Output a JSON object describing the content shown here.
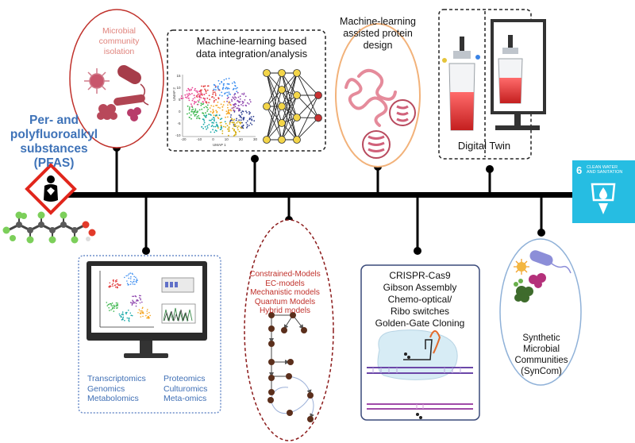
{
  "pfas": {
    "title_lines": [
      "Per- and",
      "polyfluoroalkyl",
      "substances",
      "(PFAS)"
    ]
  },
  "microbial_isolation": {
    "lines": [
      "Microbial",
      "community",
      "isolation"
    ]
  },
  "ml_integration": {
    "title_lines": [
      "Machine-learning based",
      "data integration/analysis"
    ],
    "umap_xlabel": "UMAP 1",
    "umap_ylabel": "UMAP 2",
    "umap_x_ticks": [
      "-20",
      "-10",
      "0",
      "10",
      "20",
      "30"
    ],
    "umap_y_ticks": [
      "15",
      "10",
      "5",
      "0",
      "-5",
      "-10"
    ]
  },
  "protein_design": {
    "title_lines": [
      "Machine-learning",
      "assisted protein",
      "design"
    ]
  },
  "digital_twin": {
    "label": "Digital Twin"
  },
  "omics": {
    "left_col": [
      "Transcriptomics",
      "Genomics",
      "Metabolomics"
    ],
    "right_col": [
      "Proteomics",
      "Culturomics",
      "Meta-omics"
    ]
  },
  "models": {
    "items": [
      "Constrained-Models",
      "EC-models",
      "Mechanistic models",
      "Quantum Models",
      "Hybrid models"
    ]
  },
  "crispr": {
    "items": [
      "CRISPR-Cas9",
      "Gibson Assembly",
      "Chemo-optical/",
      "Ribo switches",
      "Golden-Gate Cloning"
    ]
  },
  "syncom": {
    "lines": [
      "Synthetic",
      "Microbial",
      "Communities",
      "(SynCom)"
    ]
  },
  "sdg": {
    "number": "6",
    "text_lines": [
      "CLEAN WATER",
      "AND SANITATION"
    ],
    "color": "#26bde2"
  },
  "colors": {
    "pfas_blue": "#3f73b8",
    "model_red": "#c0312b",
    "microbe_pink": "#e0837c",
    "protein_orange": "#f2b27a"
  }
}
